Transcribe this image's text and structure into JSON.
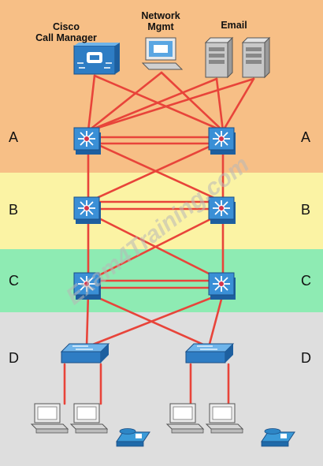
{
  "labels": {
    "call_manager_line1": "Cisco",
    "call_manager_line2": "Call Manager",
    "network_mgmt_line1": "Network",
    "network_mgmt_line2": "Mgmt",
    "email": "Email"
  },
  "layers": [
    {
      "letter": "A",
      "color": "#f7bf86"
    },
    {
      "letter": "B",
      "color": "#fbf3a4"
    },
    {
      "letter": "C",
      "color": "#8eebb3"
    },
    {
      "letter": "D",
      "color": "#dedede"
    }
  ],
  "watermark": "Exam4Training.com",
  "colors": {
    "link": "#e8443a",
    "switch_blue": "#2e7dc4",
    "switch_dark": "#1d5f9f",
    "switch_core": "#d3354d"
  },
  "icons": [
    "call-manager-icon",
    "network-mgmt-icon",
    "email-server-icon",
    "multilayer-switch-icon",
    "workgroup-switch-icon",
    "pc-icon",
    "ip-phone-icon"
  ]
}
